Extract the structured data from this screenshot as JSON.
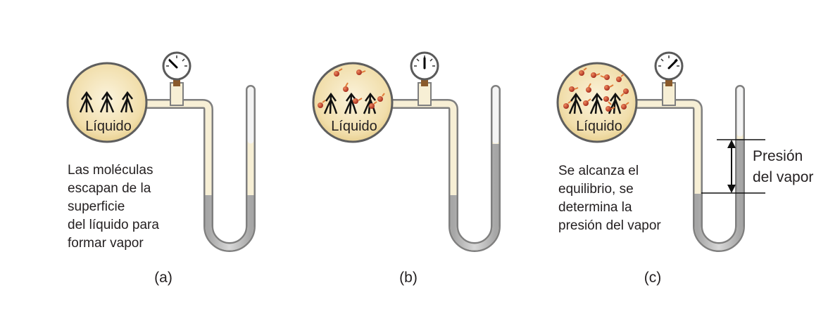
{
  "panels": [
    {
      "id": "a",
      "bulb_label": "Líquido",
      "caption_lines": [
        "Las moléculas",
        "escapan de la",
        "superficie",
        "del líquido para",
        "formar vapor"
      ],
      "panel_label": "(a)",
      "vapor_molecules": 0
    },
    {
      "id": "b",
      "bulb_label": "Líquido",
      "caption_lines": [],
      "panel_label": "(b)",
      "vapor_molecules": 7
    },
    {
      "id": "c",
      "bulb_label": "Líquido",
      "caption_lines": [
        "Se alcanza el",
        "equilibrio, se",
        "determina la",
        "presión del vapor"
      ],
      "panel_label": "(c)",
      "vapor_molecules": 13
    }
  ],
  "pressure_label_lines": [
    "Presión",
    "del vapor"
  ],
  "colors": {
    "liquid": "#f3e3b6",
    "liquid_edge": "#b79a55",
    "tube_fill": "#f7efd5",
    "tube_edge": "#8e8e8e",
    "mercury": "#bcbcbc",
    "molecule": "#c0392b",
    "gauge_neck": "#8a5a2b",
    "arrow": "#111111"
  }
}
